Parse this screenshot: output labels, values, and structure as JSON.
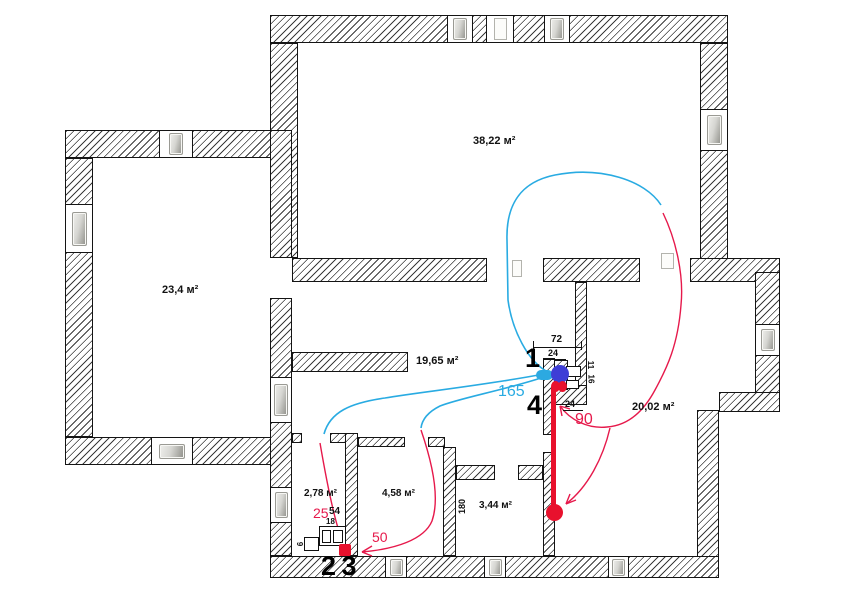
{
  "plan": {
    "rooms": [
      {
        "id": "top-room",
        "area_label": "38,22 м²"
      },
      {
        "id": "left-room",
        "area_label": "23,4 м²"
      },
      {
        "id": "hall",
        "area_label": "19,65 м²"
      },
      {
        "id": "right-room",
        "area_label": "20,02 м²"
      },
      {
        "id": "wc",
        "area_label": "2,78 м²"
      },
      {
        "id": "bath",
        "area_label": "4,58 м²"
      },
      {
        "id": "store",
        "area_label": "3,44 м²"
      }
    ],
    "markers": {
      "point1": "1",
      "point4": "4",
      "point23": "2 3"
    },
    "pipe_labels": {
      "blue_length": "165",
      "red_length_right": "90",
      "red_length_mid": "50",
      "red_length_left": "25"
    },
    "dimensions": {
      "shaft_width": "72",
      "shaft_top": "24",
      "shaft_side_a": "11",
      "shaft_side_b": "16",
      "shaft_bottom": "24",
      "door_width": "180",
      "fixture_width": "54",
      "fixture_top": "18",
      "fixture_side": "6"
    },
    "colors": {
      "pipe_blue": "#29ABE2",
      "node_blue": "#3E3ED6",
      "pipe_red": "#E6194B",
      "node_red": "#E8112D"
    }
  }
}
